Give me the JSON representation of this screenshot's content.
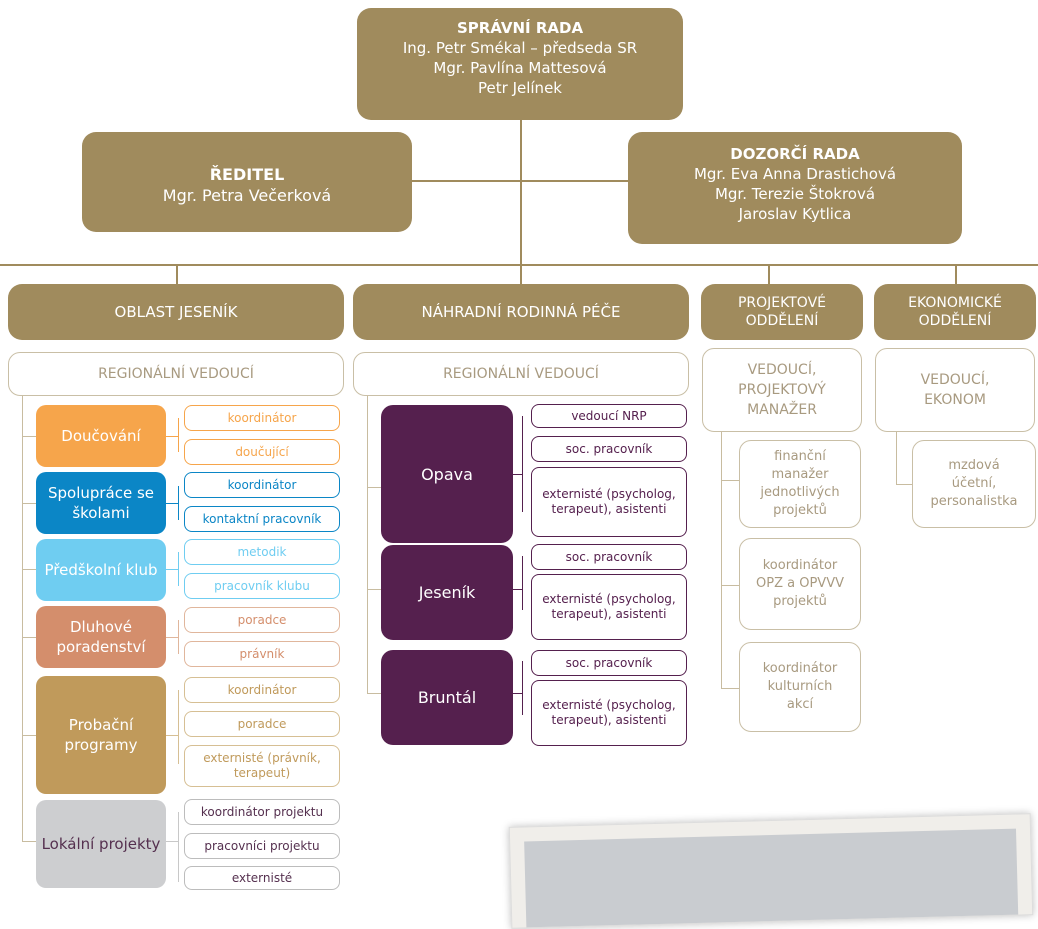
{
  "board": {
    "title": "SPRÁVNÍ RADA",
    "members": [
      "Ing. Petr Smékal – předseda SR",
      "Mgr. Pavlína Mattesová",
      "Petr Jelínek"
    ]
  },
  "director": {
    "title": "ŘEDITEL",
    "name": "Mgr. Petra Večerková"
  },
  "supervisory": {
    "title": "DOZORČÍ RADA",
    "members": [
      "Mgr. Eva Anna Drastichová",
      "Mgr. Terezie Štokrová",
      "Jaroslav Kytlica"
    ]
  },
  "divisions": {
    "jesenik": "OBLAST JESENÍK",
    "nrp": "NÁHRADNÍ RODINNÁ PÉČE",
    "projekt": "PROJEKTOVÉ ODDĚLENÍ",
    "ekonom": "EKONOMICKÉ ODDĚLENÍ"
  },
  "heads": {
    "jesenik": "REGIONÁLNÍ VEDOUCÍ",
    "nrp": "REGIONÁLNÍ VEDOUCÍ",
    "projekt": "VEDOUCÍ, PROJEKTOVÝ MANAŽER",
    "ekonom": "VEDOUCÍ, EKONOM"
  },
  "programs": [
    {
      "name": "Doučování",
      "color": "#f6a54b",
      "roles": [
        "koordinátor",
        "doučující"
      ]
    },
    {
      "name": "Spolupráce se školami",
      "color": "#0b86c6",
      "roles": [
        "koordinátor",
        "kontaktní pracovník"
      ]
    },
    {
      "name": "Předškolní klub",
      "color": "#6fcdf1",
      "roles": [
        "metodik",
        "pracovník klubu"
      ]
    },
    {
      "name": "Dluhové poradenství",
      "color": "#d48e6c",
      "roles": [
        "poradce",
        "právník"
      ]
    },
    {
      "name": "Probační programy",
      "color": "#c09a5b",
      "roles": [
        "koordinátor",
        "poradce",
        "externisté (právník, terapeut)"
      ]
    },
    {
      "name": "Lokální projekty",
      "color": "#cdced0",
      "roles": [
        "koordinátor projektu",
        "pracovníci projektu",
        "externisté"
      ]
    }
  ],
  "nrp_units": [
    {
      "name": "Opava",
      "roles": [
        "vedoucí NRP",
        "soc. pracovník",
        "externisté (psycholog, terapeut), asistenti"
      ]
    },
    {
      "name": "Jeseník",
      "roles": [
        "soc. pracovník",
        "externisté (psycholog, terapeut), asistenti"
      ]
    },
    {
      "name": "Bruntál",
      "roles": [
        "soc. pracovník",
        "externisté (psycholog, terapeut), asistenti"
      ]
    }
  ],
  "projekt_roles": [
    "finanční manažer jednotlivých projektů",
    "koordinátor OPZ a OPVVV projektů",
    "koordinátor kulturních akcí"
  ],
  "ekonom_roles": [
    "mzdová účetní, personalistka"
  ]
}
